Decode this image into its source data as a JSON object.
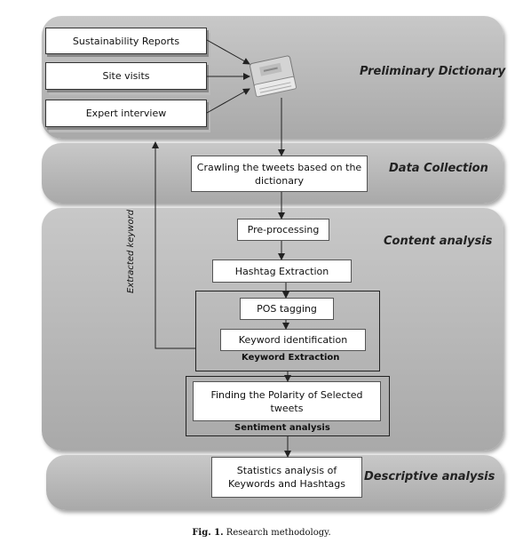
{
  "bands": {
    "preliminary": "Preliminary Dictionary",
    "collection": "Data Collection",
    "content": "Content analysis",
    "descriptive": "Descriptive analysis"
  },
  "sources": [
    "Sustainability Reports",
    "Site visits",
    "Expert interview"
  ],
  "steps": {
    "crawling": "Crawling the tweets based on the dictionary",
    "preprocessing": "Pre-processing",
    "hashtag": "Hashtag Extraction",
    "pos": "POS tagging",
    "keyword_id": "Keyword identification",
    "polarity": "Finding the Polarity of Selected tweets",
    "statistics": "Statistics analysis of Keywords and Hashtags"
  },
  "groups": {
    "keyword_extraction": "Keyword Extraction",
    "sentiment": "Sentiment analysis"
  },
  "feedback_label": "Extracted keyword",
  "caption": {
    "prefix": "Fig. 1.",
    "text": "Research methodology."
  }
}
